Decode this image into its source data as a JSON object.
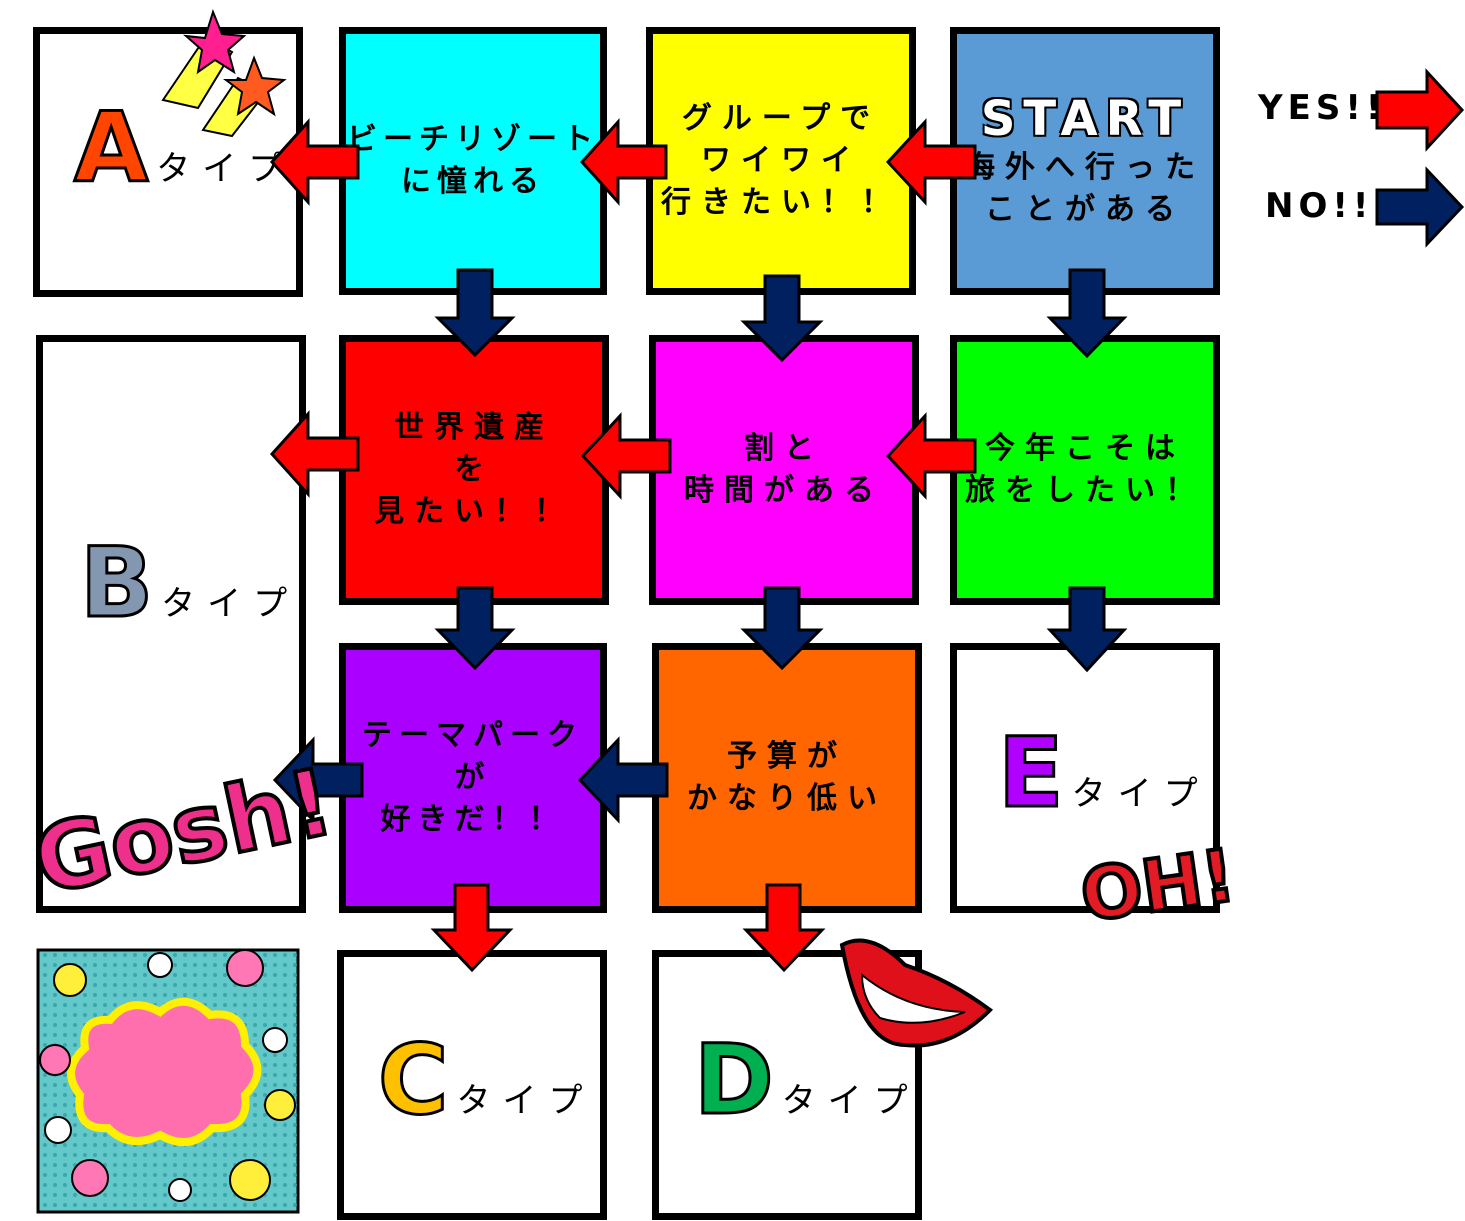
{
  "start": {
    "title": "START",
    "question": "海外へ行った\nことがある"
  },
  "questions": {
    "group": "グループで\nワイワイ\n行きたい！！",
    "beach": "ビーチリゾート\nに憧れる",
    "thisyear": "今年こそは\n旅をしたい！",
    "time": "割と\n時間がある",
    "heritage": "世界遺産\nを\n見たい！！",
    "budget": "予算が\nかなり低い",
    "themepark": "テーマパーク\nが\n好きだ！！"
  },
  "results": {
    "a": {
      "letter": "A",
      "suffix": "タイプ"
    },
    "b": {
      "letter": "B",
      "suffix": "タイプ"
    },
    "c": {
      "letter": "C",
      "suffix": "タイプ"
    },
    "d": {
      "letter": "D",
      "suffix": "タイプ"
    },
    "e": {
      "letter": "E",
      "suffix": "タイプ"
    }
  },
  "legend": {
    "yes": "YES!!",
    "no": "NO!!"
  },
  "stickers": {
    "gosh": "Gosh!",
    "oh": "OH!"
  },
  "colors": {
    "start": "#5b9bd5",
    "group": "#ffff00",
    "beach": "#00ffff",
    "thisyear": "#00ff00",
    "time": "#ff00ff",
    "heritage": "#ff0000",
    "budget": "#ff6600",
    "themepark": "#aa00ff",
    "yes_arrow": "#ff0000",
    "no_arrow": "#002060",
    "letter_a": "#ff4500",
    "letter_b": "#8497b0",
    "letter_c": "#ffc000",
    "letter_d": "#00b050",
    "letter_e": "#b000ff"
  }
}
